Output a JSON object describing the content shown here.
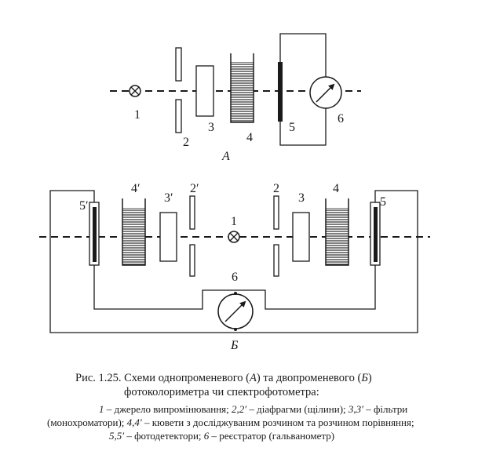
{
  "figure": {
    "schemes": {
      "A": {
        "scheme_letter": "А",
        "labels": [
          "1",
          "2",
          "3",
          "4",
          "5",
          "6"
        ]
      },
      "B": {
        "scheme_letter": "Б",
        "labels": [
          "1",
          "2",
          "3",
          "4",
          "5",
          "6",
          "2′",
          "3′",
          "4′",
          "5′"
        ]
      }
    },
    "caption": {
      "title_prefix": "Рис. 1.25. Схеми однопроменевого (",
      "title_a": "А",
      "title_mid": ") та двопроменевого (",
      "title_b": "Б",
      "title_suffix": ")",
      "title_line2": "фотоколориметра чи спектрофотометра:",
      "legend_line1_n1": "1",
      "legend_line1_t1": " – джерело випромінювання; ",
      "legend_line1_n2": "2,2′",
      "legend_line1_t2": " – діафрагми (щілини); ",
      "legend_line1_n3": "3,3′",
      "legend_line1_t3": " – фільтри",
      "legend_line2_t1": "(монохроматори); ",
      "legend_line2_n1": "4,4′",
      "legend_line2_t2": " – кювети з досліджуваним розчином та розчином порівняння;",
      "legend_line3_n1": "5,5′",
      "legend_line3_t1": " – фотодетектори; ",
      "legend_line3_n2": "6",
      "legend_line3_t2": " – реєстратор (гальванометр)"
    }
  }
}
